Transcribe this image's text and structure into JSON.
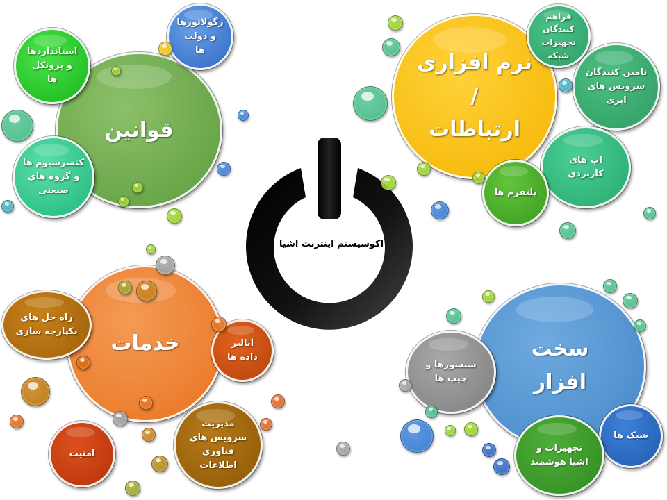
{
  "center": {
    "label": "اکوسیستم اینترنت اشیا"
  },
  "clusters": {
    "rules": {
      "title": "قوانین",
      "items": [
        "استانداردها\nو پروتکل\nها",
        "رگولاتورها\nو دولت\nها",
        "کنسرسیوم ها\nو گروه های\nصنعتی"
      ],
      "color": "#6aa84f"
    },
    "software": {
      "title": "نرم افزاری\n/\nارتباطات",
      "items": [
        "فراهم\nکنندگان\nتجهیزات\nشبکه",
        "تامین کنندگان\nسرویس های\nابری",
        "اپ های\nکاربردی",
        "پلتفرم ها"
      ],
      "color": "#ffc000"
    },
    "services": {
      "title": "خدمات",
      "items": [
        "راه حل های\nیکپارچه سازی",
        "آنالیز\nداده ها",
        "مدیریت\nسرویس های\nفناوری\nاطلاعات",
        "امنیت"
      ],
      "color": "#ed7d31"
    },
    "hardware": {
      "title": "سخت\nافزار",
      "items": [
        "سنسورها و\nچیپ ها",
        "شبک ها",
        "تجهیزات و\nاشیا هوشمند"
      ],
      "color": "#5b9bd5"
    }
  }
}
